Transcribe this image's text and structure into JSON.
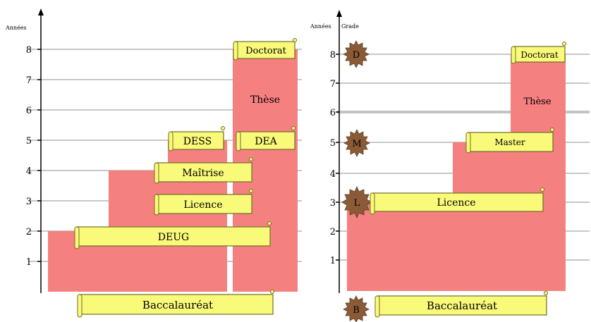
{
  "colors": {
    "step_fill": "#f58080",
    "scroll_fill": "#fafa7a",
    "scroll_stroke": "#6e6e28",
    "grid": "#a8a8a8",
    "badge_fill": "#8b5a36",
    "axis": "#000000",
    "text": "#000000"
  },
  "left": {
    "axis_label": "Années",
    "ticks": [
      "1",
      "2",
      "3",
      "4",
      "5",
      "6",
      "7",
      "8"
    ],
    "thesis_label": "Thèse",
    "scrolls": {
      "baccalaureat": "Baccalauréat",
      "deug": "DEUG",
      "licence": "Licence",
      "maitrise": "Maîtrise",
      "dess": "DESS",
      "dea": "DEA",
      "doctorat": "Doctorat"
    }
  },
  "right": {
    "axis_label": "Années",
    "grade_label": "Grade",
    "ticks": [
      "1",
      "2",
      "3",
      "4",
      "5",
      "6",
      "7",
      "8"
    ],
    "thesis_label": "Thèse",
    "scrolls": {
      "baccalaureat": "Baccalauréat",
      "licence": "Licence",
      "master": "Master",
      "doctorat": "Doctorat"
    },
    "grade_badges": {
      "b": "B",
      "l": "L",
      "m": "M",
      "d": "D"
    }
  }
}
